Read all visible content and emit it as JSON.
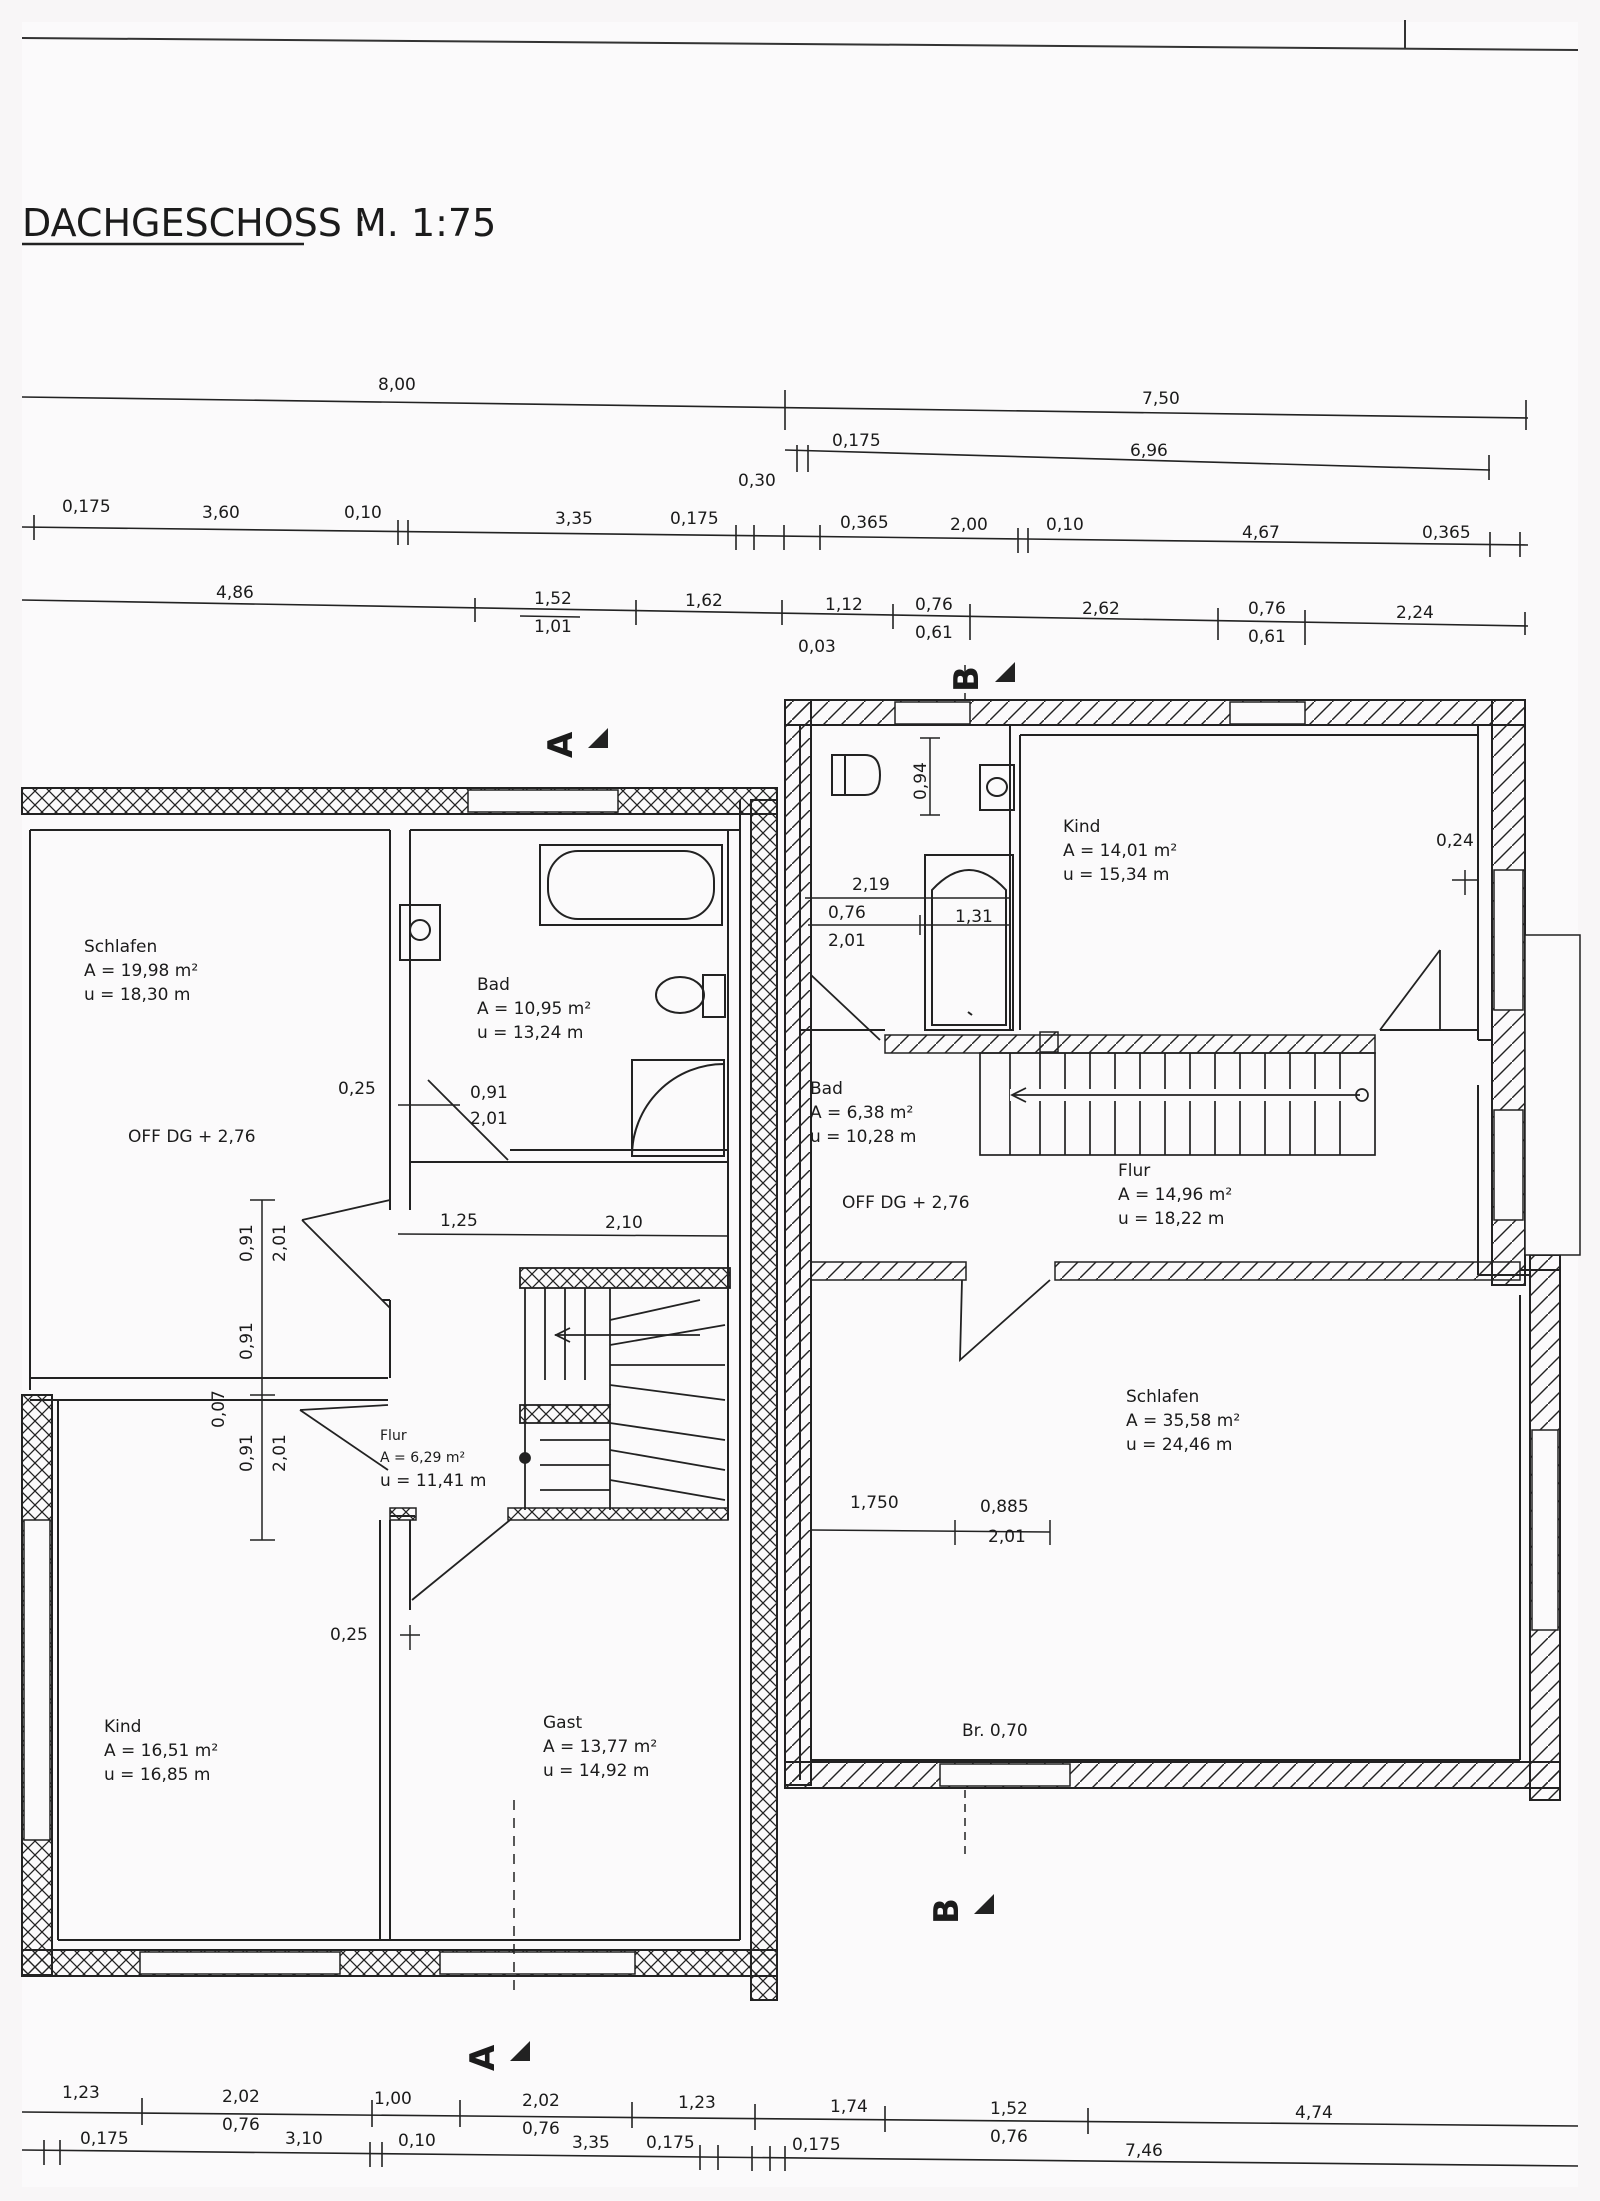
{
  "title": "DACHGESCHOSS :",
  "scale": "M. 1:75",
  "rooms": {
    "schlafen_left": {
      "name": "Schlafen",
      "area": "A = 19,98 m²",
      "perimeter": "u = 18,30 m"
    },
    "bad_left": {
      "name": "Bad",
      "area": "A = 10,95 m²",
      "perimeter": "u = 13,24 m"
    },
    "flur_left": {
      "name": "Flur",
      "area": "A = 6,29 m²",
      "perimeter": "u = 11,41 m"
    },
    "kind_left": {
      "name": "Kind",
      "area": "A = 16,51 m²",
      "perimeter": "u = 16,85 m"
    },
    "gast": {
      "name": "Gast",
      "area": "A = 13,77 m²",
      "perimeter": "u = 14,92 m"
    },
    "kind_right": {
      "name": "Kind",
      "area": "A = 14,01 m²",
      "perimeter": "u = 15,34 m"
    },
    "bad_right": {
      "name": "Bad",
      "area": "A = 6,38 m²",
      "perimeter": "u = 10,28 m"
    },
    "flur_right": {
      "name": "Flur",
      "area": "A = 14,96 m²",
      "perimeter": "u = 18,22 m"
    },
    "schlafen_right": {
      "name": "Schlafen",
      "area": "A = 35,58 m²",
      "perimeter": "u = 24,46 m"
    }
  },
  "levels": {
    "left": "OFF DG + 2,76",
    "right": "OFF DG + 2,76"
  },
  "section_marks": {
    "a": "A",
    "b": "B"
  },
  "window_note": "Br. 0,70",
  "top_dims": {
    "r1": [
      "8,00",
      "7,50"
    ],
    "r2": [
      "0,175",
      "6,96",
      "0,30"
    ],
    "r3": [
      "0,175",
      "3,60",
      "0,10",
      "3,35",
      "0,175",
      "0,365",
      "2,00",
      "0,10",
      "4,67",
      "0,365"
    ],
    "r4": [
      "4,86",
      "1,52",
      "1,01",
      "1,62",
      "1,12",
      "0,03",
      "0,76",
      "0,61",
      "2,62",
      "0,76",
      "0,61",
      "2,24"
    ]
  },
  "inner_dims": [
    "0,94",
    "0,24",
    "2,19",
    "0,76",
    "2,01",
    "1,31",
    "0,25",
    "0,91",
    "2,01",
    "1,25",
    "2,10",
    "0,91",
    "2,01",
    "0,91",
    "0,07",
    "0,91",
    "2,01",
    "0,25",
    "1,750",
    "0,885",
    "2,01"
  ],
  "bottom_dims": {
    "r1": [
      "1,23",
      "2,02",
      "1,00",
      "2,02",
      "1,23",
      "1,74",
      "1,52",
      "4,74"
    ],
    "r2": [
      "0,175",
      "0,76",
      "3,10",
      "0,10",
      "0,76",
      "3,35",
      "0,175",
      "0,175",
      "0,76",
      "7,46"
    ]
  }
}
